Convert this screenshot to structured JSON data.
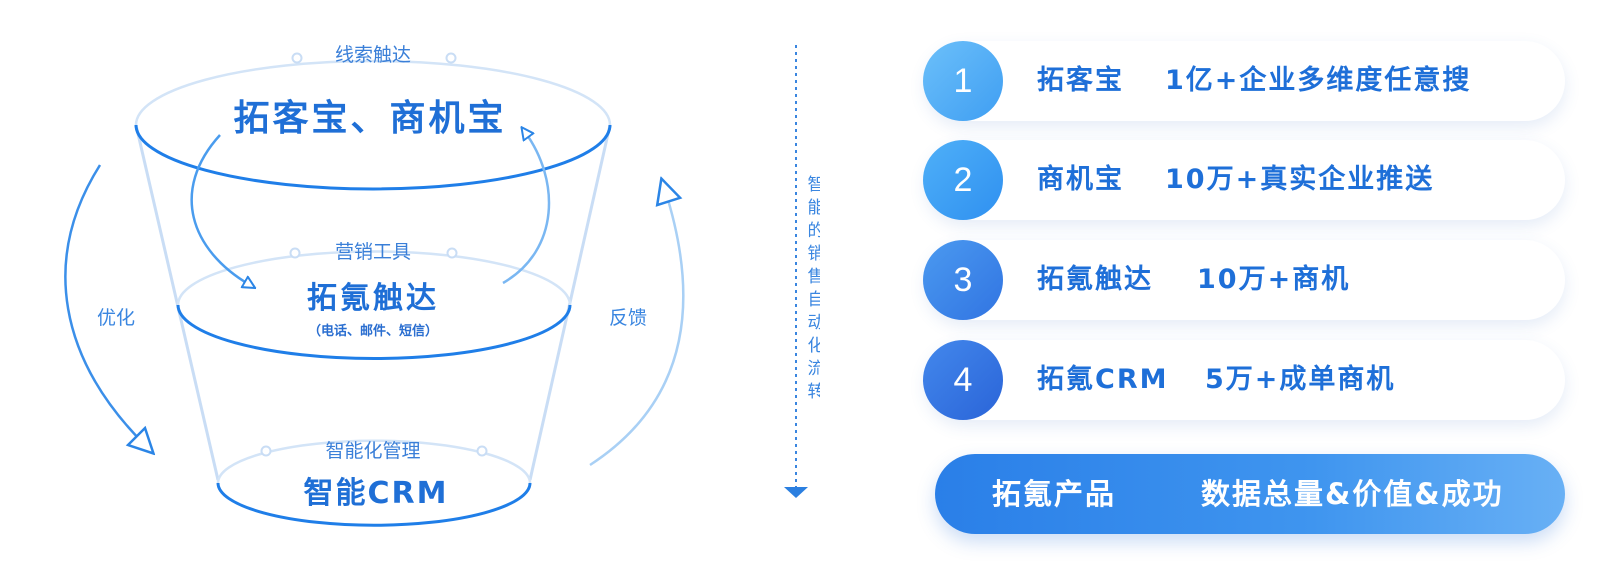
{
  "funnel": {
    "top_small": "线索触达",
    "top_big": "拓客宝、商机宝",
    "mid_small": "营销工具",
    "mid_big": "拓氪触达",
    "mid_sub": "（电话、邮件、短信）",
    "bot_small": "智能化管理",
    "bot_big": "智能CRM",
    "left_label": "优化",
    "right_label": "反馈"
  },
  "vertical_flow": [
    "智",
    "能",
    "的",
    "销",
    "售",
    "自",
    "动",
    "化",
    "流",
    "转"
  ],
  "cards": [
    {
      "num": "1",
      "name": "拓客宝",
      "desc": "1亿+企业多维度任意搜",
      "color": "#5ab0f6"
    },
    {
      "num": "2",
      "name": "商机宝",
      "desc": "10万+真实企业推送",
      "color": "#3e9cf3"
    },
    {
      "num": "3",
      "name": "拓氪触达",
      "desc": "10万+商机",
      "color": "#3b86ea"
    },
    {
      "num": "4",
      "name": "拓氪CRM",
      "desc": "5万+成单商机",
      "color": "#2f74e0"
    }
  ],
  "bottom_bar": {
    "left": "拓氪产品",
    "right": "数据总量&价值&成功"
  }
}
